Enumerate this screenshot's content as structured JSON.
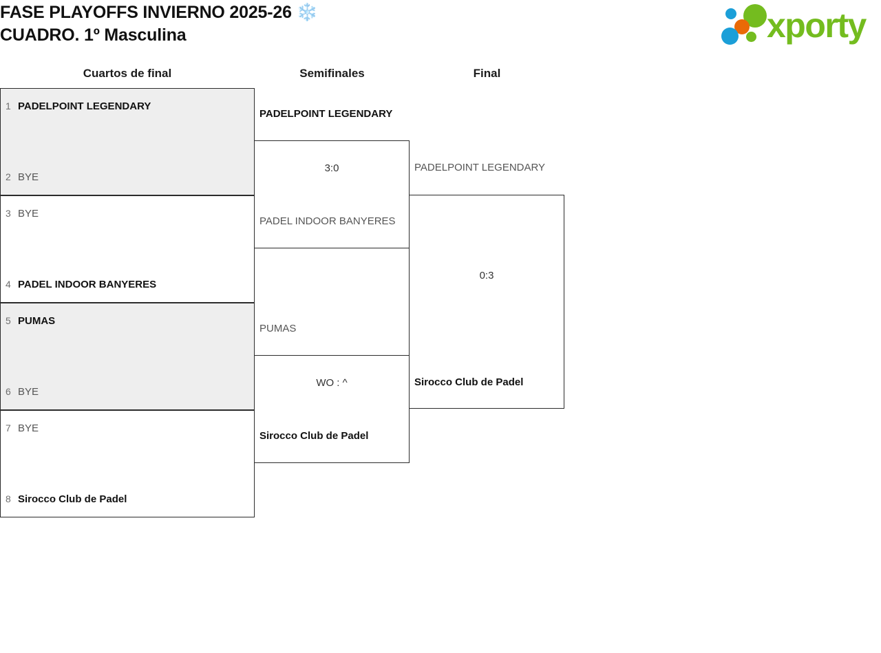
{
  "header": {
    "title": "FASE PLAYOFFS INVIERNO 2025-26 ❄️\nCUADRO. 1º Masculina",
    "logo_text": "xporty",
    "colors": {
      "logo_green": "#74bc1f",
      "logo_blue": "#1b9fd8",
      "logo_orange": "#ea6a06",
      "shaded_row": "#eeeeee",
      "border": "#2b2b2b"
    }
  },
  "bracket": {
    "rounds": [
      {
        "label": "Cuartos de final"
      },
      {
        "label": "Semifinales"
      },
      {
        "label": "Final"
      }
    ],
    "quarterfinals": [
      {
        "shaded": true,
        "slots": [
          {
            "seed": "1",
            "team": "PADELPOINT LEGENDARY",
            "result": "winner"
          },
          {
            "seed": "2",
            "team": "BYE",
            "result": "loser"
          }
        ]
      },
      {
        "shaded": false,
        "slots": [
          {
            "seed": "3",
            "team": "BYE",
            "result": "loser"
          },
          {
            "seed": "4",
            "team": "PADEL INDOOR BANYERES",
            "result": "winner"
          }
        ]
      },
      {
        "shaded": true,
        "slots": [
          {
            "seed": "5",
            "team": "PUMAS",
            "result": "winner"
          },
          {
            "seed": "6",
            "team": "BYE",
            "result": "loser"
          }
        ]
      },
      {
        "shaded": false,
        "slots": [
          {
            "seed": "7",
            "team": "BYE",
            "result": "loser"
          },
          {
            "seed": "8",
            "team": "Sirocco Club de Padel",
            "result": "winner"
          }
        ]
      }
    ],
    "semifinals": [
      {
        "score": "3:0",
        "slots": [
          {
            "team": "PADELPOINT LEGENDARY",
            "result": "winner"
          },
          {
            "team": "PADEL INDOOR BANYERES",
            "result": "loser"
          }
        ]
      },
      {
        "score": "WO : ^",
        "slots": [
          {
            "team": "PUMAS",
            "result": "loser"
          },
          {
            "team": "Sirocco Club de Padel",
            "result": "winner"
          }
        ]
      }
    ],
    "final": {
      "score": "0:3",
      "slots": [
        {
          "team": "PADELPOINT LEGENDARY",
          "result": "loser"
        },
        {
          "team": "Sirocco Club de Padel",
          "result": "winner"
        }
      ]
    }
  }
}
